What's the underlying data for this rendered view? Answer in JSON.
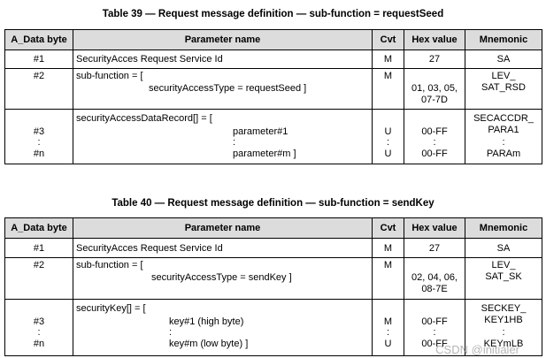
{
  "table39": {
    "caption": "Table 39 — Request message definition — sub-function = requestSeed",
    "headers": [
      "A_Data byte",
      "Parameter name",
      "Cvt",
      "Hex value",
      "Mnemonic"
    ],
    "row1": {
      "byte": "#1",
      "param": "SecurityAcces Request Service Id",
      "cvt": "M",
      "hex": "27",
      "mnemonic": "SA"
    },
    "row2": {
      "byte": "#2",
      "param1": "sub-function = [",
      "param2": "securityAccessType = requestSeed ]",
      "cvt": "M",
      "hex1": "01, 03, 05,",
      "hex2": "07-7D",
      "mn1": "LEV_",
      "mn2": "SAT_RSD"
    },
    "row3": {
      "byte1": "#3",
      "dots": ":",
      "byte2": "#n",
      "param0": "securityAccessDataRecord[] = [",
      "param1": "parameter#1",
      "param2": "parameter#m ]",
      "cvt1": "U",
      "cvt2": "U",
      "hex1": "00-FF",
      "hex2": "00-FF",
      "mn0": "SECACCDR_",
      "mn1": "PARA1",
      "mn2": "PARAm"
    }
  },
  "table40": {
    "caption": "Table 40 — Request message definition — sub-function = sendKey",
    "headers": [
      "A_Data byte",
      "Parameter name",
      "Cvt",
      "Hex value",
      "Mnemonic"
    ],
    "row1": {
      "byte": "#1",
      "param": "SecurityAcces Request Service Id",
      "cvt": "M",
      "hex": "27",
      "mnemonic": "SA"
    },
    "row2": {
      "byte": "#2",
      "param1": "sub-function = [",
      "param2": "securityAccessType = sendKey ]",
      "cvt": "M",
      "hex1": "02, 04, 06,",
      "hex2": "08-7E",
      "mn1": "LEV_",
      "mn2": "SAT_SK"
    },
    "row3": {
      "byte1": "#3",
      "dots": ":",
      "byte2": "#n",
      "param0": "securityKey[] = [",
      "param1": "key#1 (high byte)",
      "param2": "key#m (low byte) ]",
      "cvt1": "M",
      "cvt2": "U",
      "hex1": "00-FF",
      "hex2": "00-FF",
      "mn0": "SECKEY_",
      "mn1": "KEY1HB",
      "mn2": "KEYmLB"
    }
  },
  "watermark": "CSDN @initialer"
}
